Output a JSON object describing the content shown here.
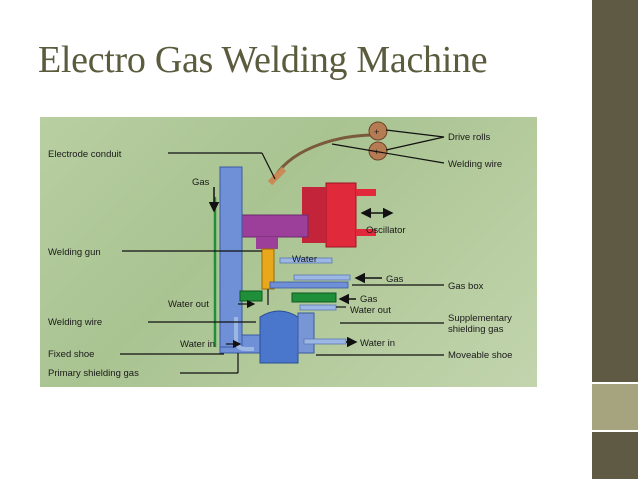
{
  "slide": {
    "title": "Electro Gas Welding Machine",
    "accent_colors": {
      "rail_dark": "#5e5a43",
      "rail_light": "#a6a47e",
      "title_text": "#5b5b3e"
    }
  },
  "diagram": {
    "labels": {
      "electrode_conduit": "Electrode conduit",
      "gas_top": "Gas",
      "welding_gun": "Welding gun",
      "water_out_left": "Water out",
      "welding_wire_left": "Welding wire",
      "water_in_left": "Water in",
      "fixed_shoe": "Fixed shoe",
      "primary_shielding_gas": "Primary shielding gas",
      "drive_rolls": "Drive rolls",
      "welding_wire_right": "Welding wire",
      "oscillator": "Oscillator",
      "water_mid": "Water",
      "gas_mid": "Gas",
      "gas_lower": "Gas",
      "water_out_right": "Water out",
      "gas_box": "Gas box",
      "supplementary_shielding_gas_1": "Supplementary",
      "supplementary_shielding_gas_2": "shielding gas",
      "water_in_right": "Water in",
      "moveable_shoe": "Moveable shoe"
    },
    "colors": {
      "blue": "#6f8fd6",
      "purple": "#9b3f9a",
      "red": "#e02a3c",
      "green": "#1f8f3a",
      "orange": "#e9a81c",
      "copper": "#b57b52",
      "light_blue": "#9db7e4"
    }
  }
}
